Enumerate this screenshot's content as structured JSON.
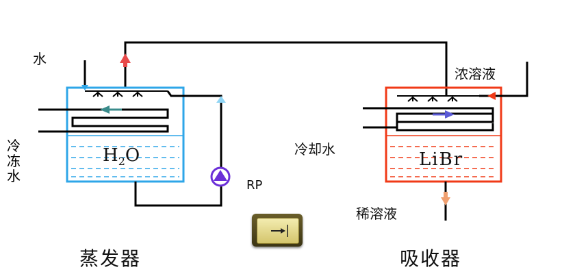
{
  "labels": {
    "water_in": "水",
    "chilled_water": [
      "冷",
      "冻",
      "水"
    ],
    "rp": "RP",
    "cooling_water": "冷却水",
    "strong_solution": "浓溶液",
    "weak_solution": "稀溶液",
    "evaporator": "蒸发器",
    "absorber": "吸收器"
  },
  "evaporator_content": {
    "base": "H",
    "sub": "2",
    "tail": "O"
  },
  "absorber_content": "LiBr",
  "icons": {
    "play": "play-arrow-icon",
    "pump": "pump-icon"
  },
  "colors": {
    "evaporator": "#2ea6e8",
    "absorber": "#f03a17",
    "vapor_arrow": "#e84a4a",
    "coil_arrow_evap": "#3a8b8b",
    "coil_arrow_abs": "#5a5ad6",
    "pump": "#6b2fd8",
    "outlet_arrow": "#f0a070"
  }
}
